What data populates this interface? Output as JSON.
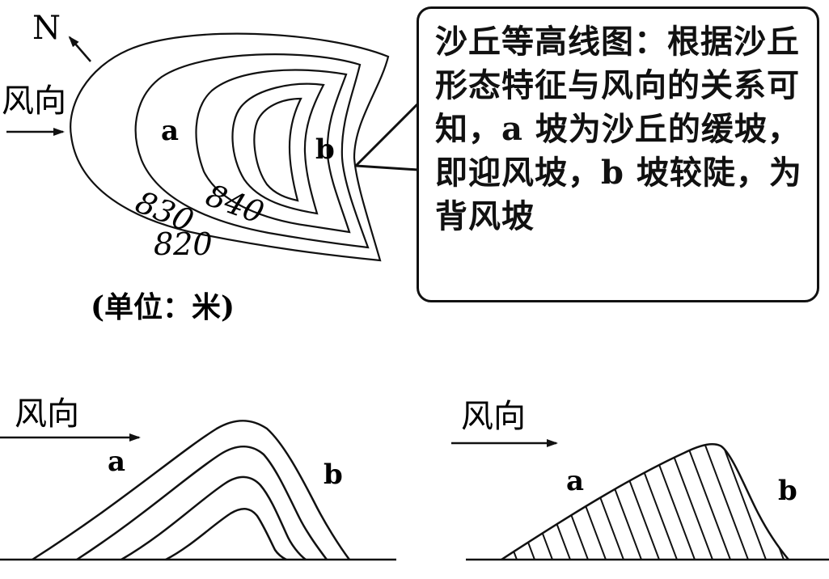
{
  "top_map": {
    "north_label": "N",
    "wind_label": "风向",
    "slope_a": "a",
    "slope_b": "b",
    "contour_labels": [
      "830",
      "840",
      "820"
    ],
    "unit_label": "(单位：米)"
  },
  "callout": {
    "text": "沙丘等高线图：根据沙丘形态特征与风向的关系可知，a 坡为沙丘的缓坡，即迎风坡，b 坡较陡，为背风坡"
  },
  "bottom_left": {
    "wind_label": "风向",
    "slope_a": "a",
    "slope_b": "b"
  },
  "bottom_right": {
    "wind_label": "风向",
    "slope_a": "a",
    "slope_b": "b"
  }
}
